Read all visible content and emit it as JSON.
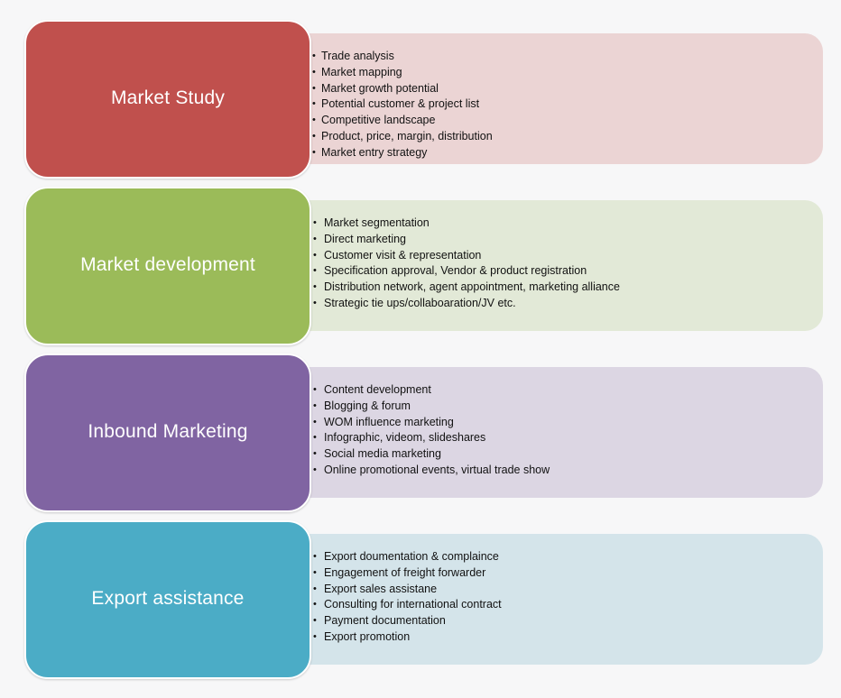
{
  "sections": [
    {
      "title": "Market Study",
      "color": "#c0504d",
      "panel_color": "#ebd4d4",
      "items": [
        "Trade analysis",
        "Market mapping",
        "Market growth potential",
        "Potential customer & project list",
        "Competitive landscape",
        "Product, price, margin, distribution",
        "Market entry strategy"
      ]
    },
    {
      "title": "Market development",
      "color": "#9bbb59",
      "panel_color": "#e2e9d7",
      "items": [
        "Market segmentation",
        "Direct marketing",
        "Customer visit & representation",
        "Specification approval, Vendor & product registration",
        "Distribution network, agent appointment, marketing alliance",
        "Strategic tie ups/collaboaration/JV  etc."
      ]
    },
    {
      "title": "Inbound Marketing",
      "color": "#8064a2",
      "panel_color": "#dcd6e3",
      "items": [
        "Content development",
        "Blogging & forum",
        "WOM influence marketing",
        "Infographic, videom, slideshares",
        "Social media marketing",
        "Online promotional events, virtual trade show"
      ]
    },
    {
      "title": "Export assistance",
      "color": "#4bacc6",
      "panel_color": "#d4e4ea",
      "items": [
        "Export doumentation & complaince",
        "Engagement of freight forwarder",
        "Export sales assistane",
        "Consulting  for international contract",
        "Payment documentation",
        "Export promotion"
      ]
    }
  ]
}
